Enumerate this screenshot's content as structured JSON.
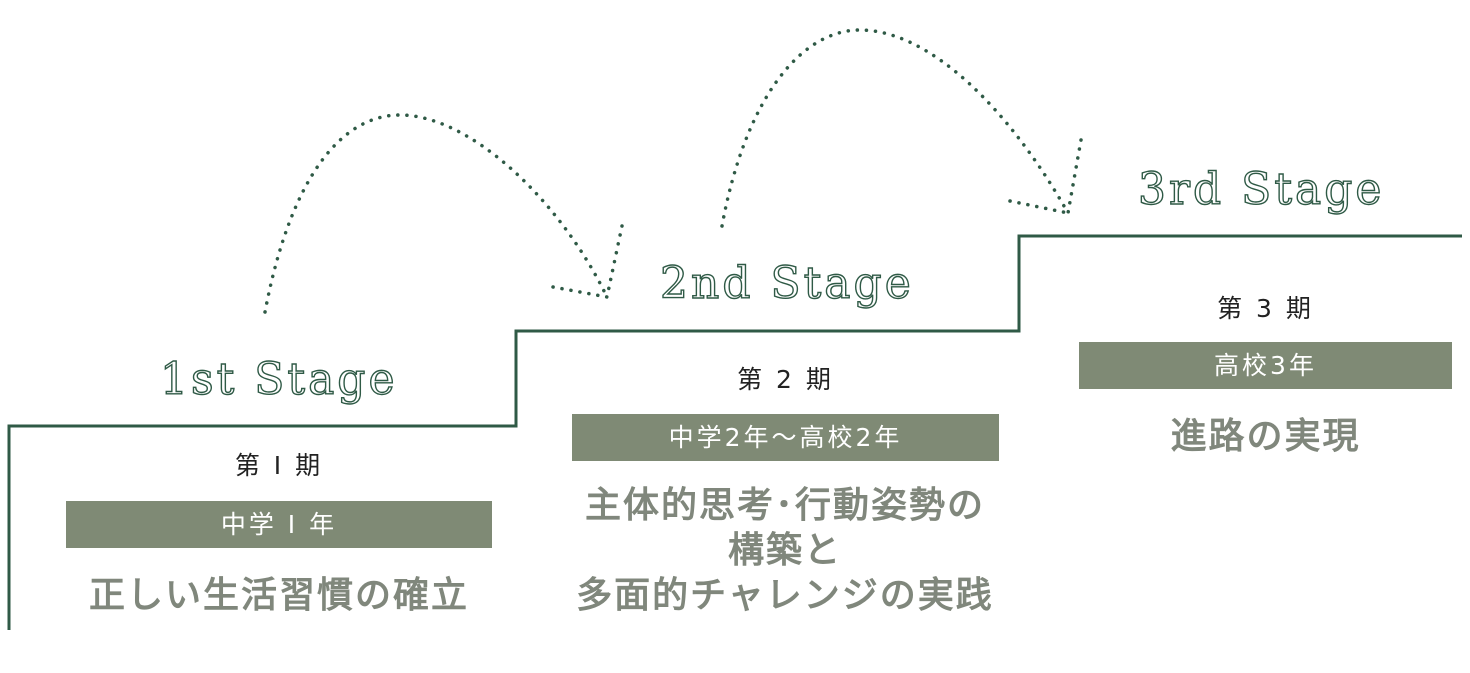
{
  "colors": {
    "step_line": "#2f5a46",
    "arrow_dots": "#2f5a46",
    "grade_bar": "#7f8a75",
    "goal_text": "#80877c"
  },
  "stages": [
    {
      "title": "1st Stage",
      "period": "第 I 期",
      "grade": "中学 I 年",
      "goal_lines": [
        "正しい生活習慣の確立"
      ]
    },
    {
      "title": "2nd Stage",
      "period": "第 2 期",
      "grade": "中学2年〜高校2年",
      "goal_lines": [
        "主体的思考･行動姿勢の",
        "構築と",
        "多面的チャレンジの実践"
      ]
    },
    {
      "title": "3rd Stage",
      "period": "第 3 期",
      "grade": "高校3年",
      "goal_lines": [
        "進路の実現"
      ]
    }
  ]
}
